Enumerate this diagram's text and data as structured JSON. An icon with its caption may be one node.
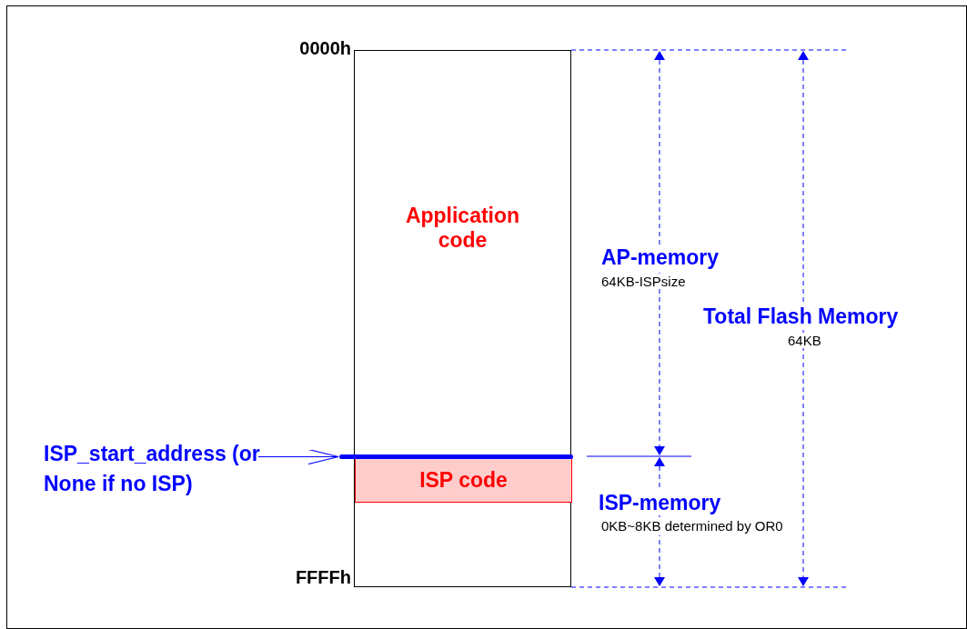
{
  "diagram": {
    "nodes": [
      {
        "text": [
          "Application code"
        ]
      },
      {
        "text": [
          "ISP code"
        ],
        "in": 0
      },
      {
        "text": [
          "ISP_start_address (or None if no ISP)"
        ]
      },
      {
        "text": [],
        "shape": "bar",
        "in": 0
      }
    ],
    "edges": [
      {
        "from": 2,
        "to": 3,
        "arrow": "to"
      }
    ],
    "labels": [
      "0000h",
      "FFFFh",
      "AP-memory",
      "64KB-ISPsize",
      "Total Flash Memory",
      "64KB",
      "ISP-memory",
      "0KB~8KB determined by OR0"
    ]
  }
}
